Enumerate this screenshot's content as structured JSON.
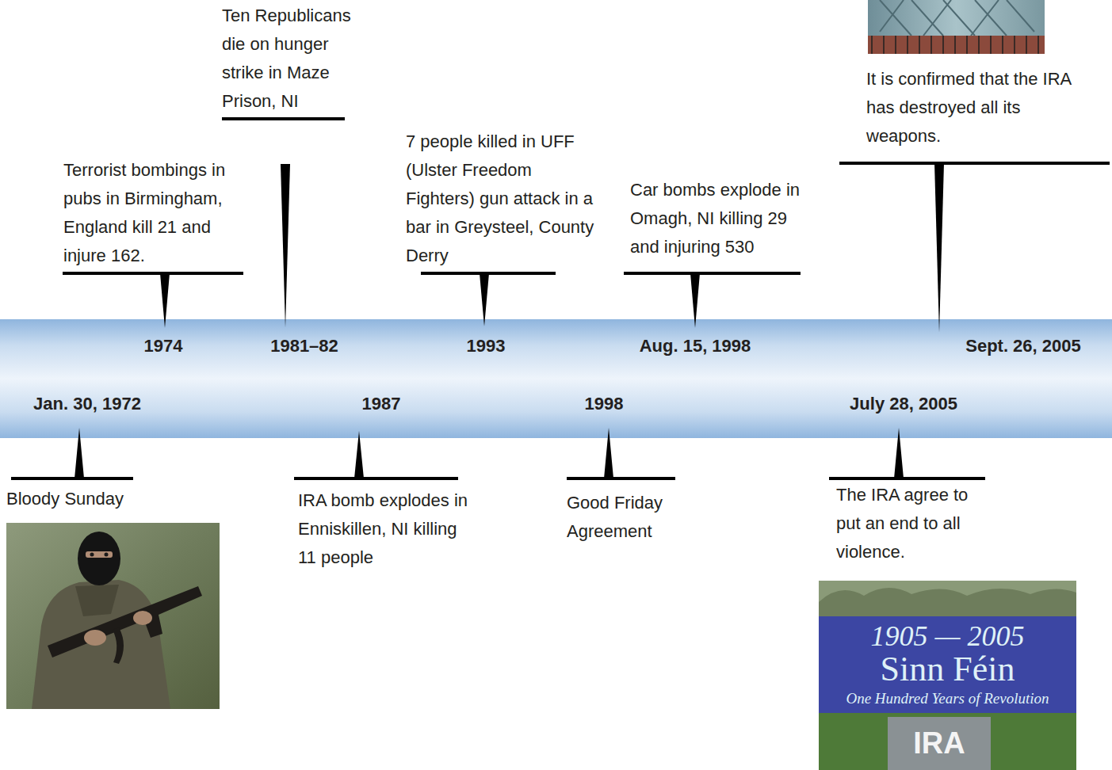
{
  "diagram": {
    "nodes": [
      {
        "text": [
          "1974",
          "1981–82",
          "1993",
          "Aug. 15, 1998",
          "Sept. 26, 2005",
          "Jan. 30, 1972",
          "1987",
          "1998",
          "July 28, 2005"
        ]
      }
    ],
    "labels": [
      "Ten Republicans die on hunger strike in Maze Prison, NI",
      "Terrorist bombings in pubs in Birmingham, England kill 21 and injure 162.",
      "7 people killed in UFF (Ulster Freedom Fighters) gun attack in a bar in Greysteel, County Derry",
      "Car bombs explode in Omagh, NI killing 29 and injuring 530",
      "It is confirmed that the IRA has destroyed all its weapons.",
      "Bloody Sunday",
      "IRA bomb explodes in Enniskillen, NI killing 11 people",
      "Good Friday Agreement",
      "The IRA agree to put an end to all violence.",
      "1905 — 2005",
      "Sinn Féin",
      "One Hundred Years of Revolution",
      "IRA"
    ]
  }
}
